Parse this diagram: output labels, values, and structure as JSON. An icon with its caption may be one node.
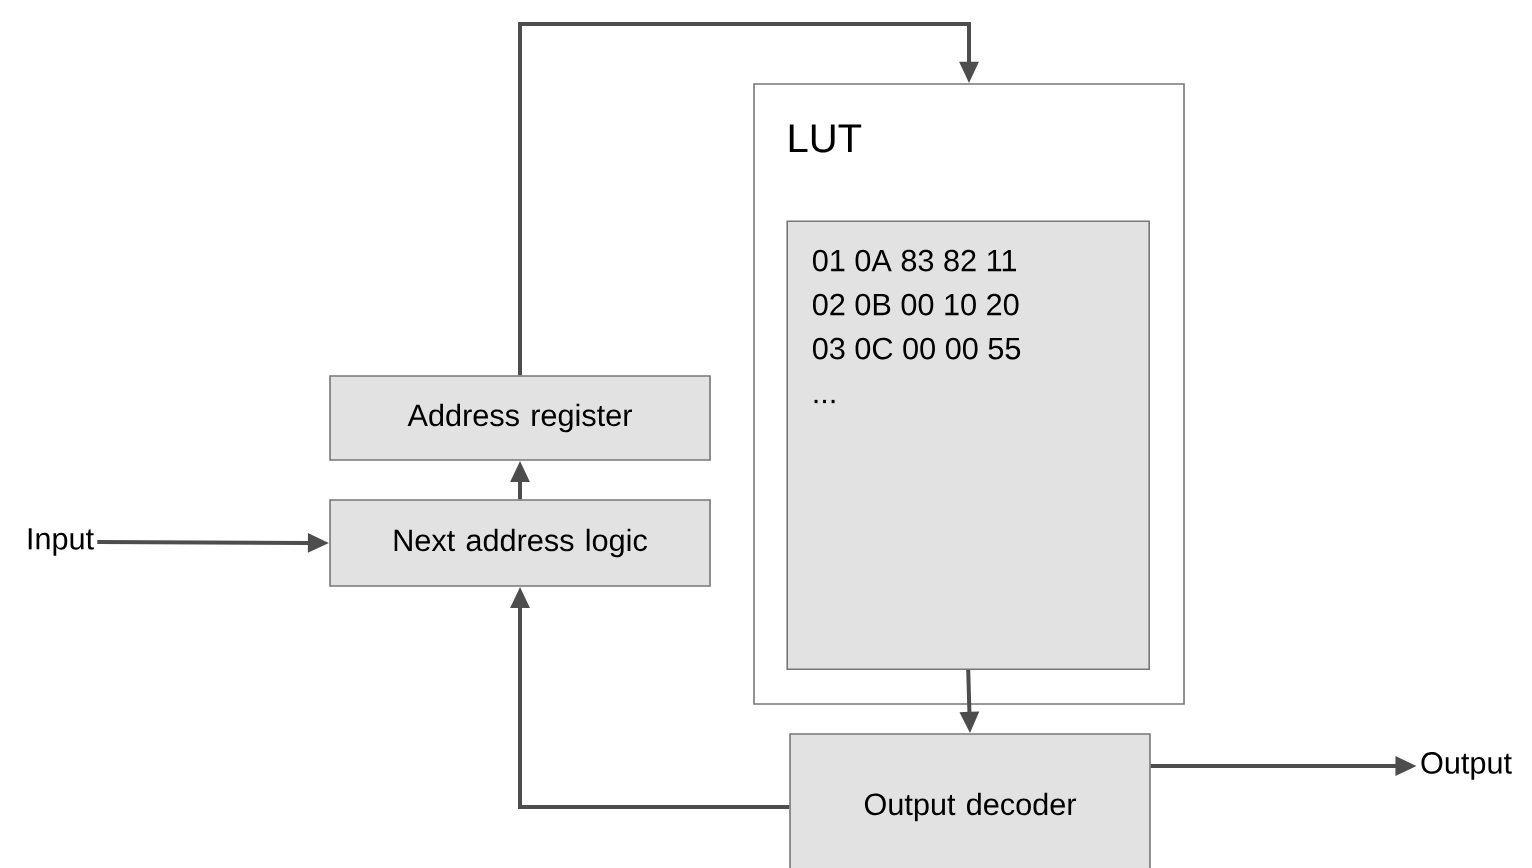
{
  "diagram": {
    "nodes": [
      {
        "text": [
          "Input"
        ]
      },
      {
        "text": [
          "Next address logic"
        ]
      },
      {
        "text": [
          "Address register"
        ]
      },
      {
        "text": [
          "LUT"
        ]
      },
      {
        "text": [
          "01 0A 83 82 11",
          "02 0B 00 10 20",
          "03 0C 00 00 55",
          "..."
        ],
        "in": 3
      },
      {
        "text": [
          "Output decoder"
        ]
      },
      {
        "text": [
          "Output"
        ]
      }
    ],
    "edges": [
      {
        "from": 0,
        "to": 1,
        "arrow": "to"
      },
      {
        "from": 1,
        "to": 2,
        "arrow": "to"
      },
      {
        "from": 2,
        "to": 3,
        "arrow": "to"
      },
      {
        "from": 4,
        "to": 5,
        "arrow": "to"
      },
      {
        "from": 5,
        "to": 1,
        "arrow": "to"
      },
      {
        "from": 5,
        "to": 6,
        "arrow": "to"
      }
    ]
  }
}
